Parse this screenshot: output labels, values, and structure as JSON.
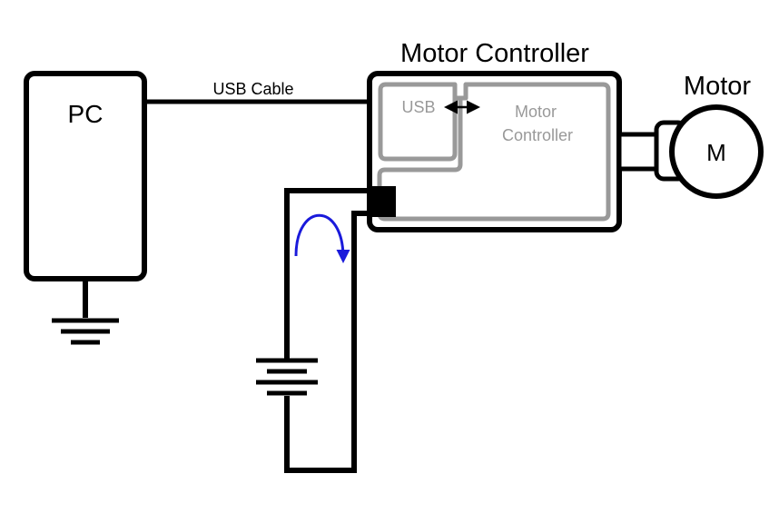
{
  "labels": {
    "pc": "PC",
    "usb_cable": "USB Cable",
    "motor_controller_title": "Motor Controller",
    "motor_title": "Motor",
    "motor_symbol": "M",
    "usb_inner": "USB",
    "inner_controller_line1": "Motor",
    "inner_controller_line2": "Controller"
  },
  "colors": {
    "wire": "#000000",
    "inner_board": "#999999",
    "current_arrow": "#1a1adb",
    "background": "#ffffff"
  },
  "icons": {
    "ground": "ground-icon",
    "battery": "battery-icon",
    "motor": "motor-icon",
    "bidirectional_arrow": "double-arrow-icon",
    "current_loop": "curved-arrow-icon"
  }
}
